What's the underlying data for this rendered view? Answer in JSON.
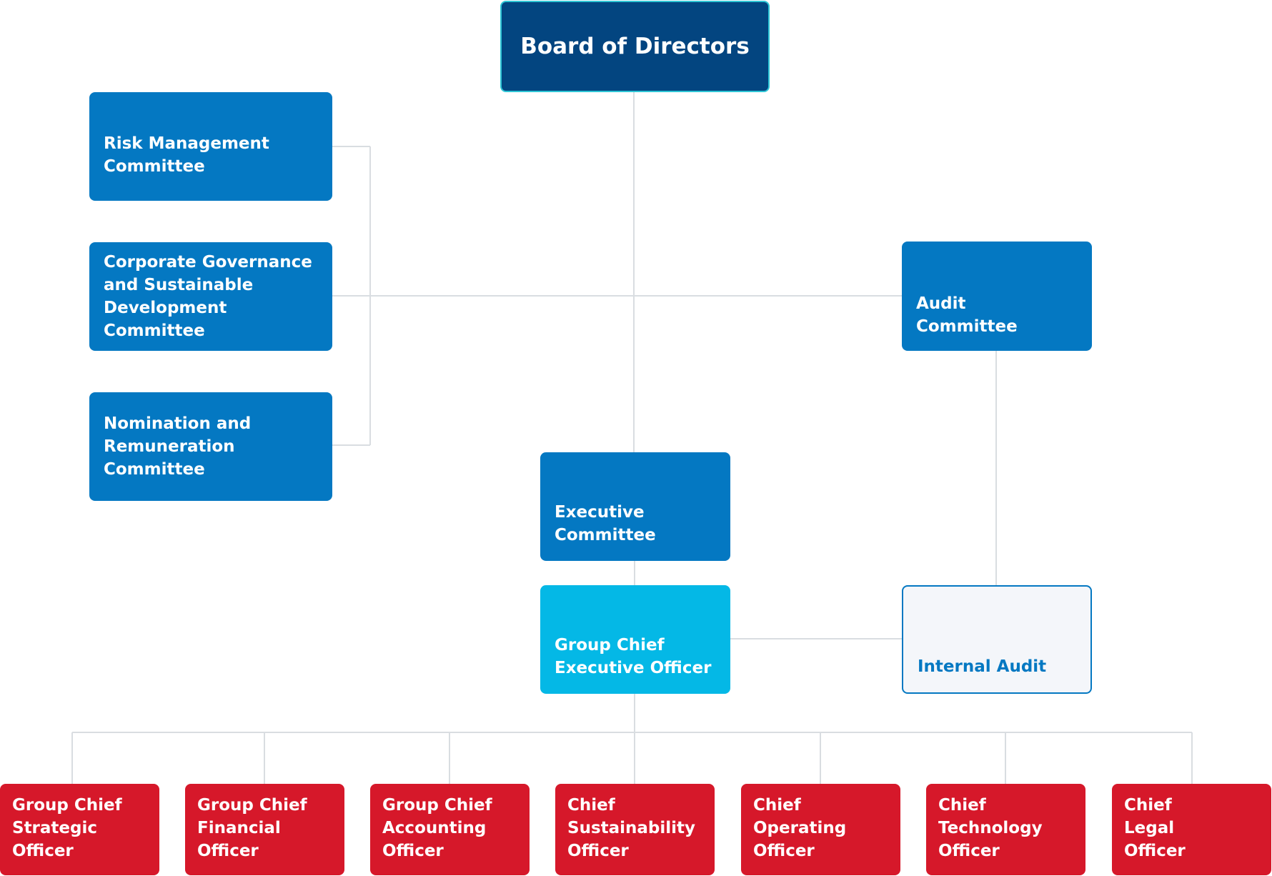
{
  "board": {
    "label": "Board of Directors"
  },
  "committees": {
    "risk": "Risk Management\nCommittee",
    "governance": "Corporate Governance\nand Sustainable\nDevelopment Committee",
    "nomination": "Nomination and\nRemuneration\nCommittee",
    "audit": "Audit\nCommittee",
    "executive": "Executive\nCommittee"
  },
  "ceo": {
    "label": "Group Chief\nExecutive Officer"
  },
  "internal_audit": {
    "label": "Internal Audit"
  },
  "officers": [
    "Group Chief\nStrategic\nOfficer",
    "Group Chief\nFinancial\nOfficer",
    "Group Chief\nAccounting\nOfficer",
    "Chief\nSustainability\nOfficer",
    "Chief\nOperating\nOfficer",
    "Chief\nTechnology\nOfficer",
    "Chief\nLegal\nOfficer"
  ],
  "colors": {
    "board": "#034580",
    "committee": "#0478c2",
    "ceo": "#04b8e6",
    "internal_audit_bg": "#f4f6fa",
    "officer": "#d6182a",
    "connector": "#d9dde1"
  }
}
